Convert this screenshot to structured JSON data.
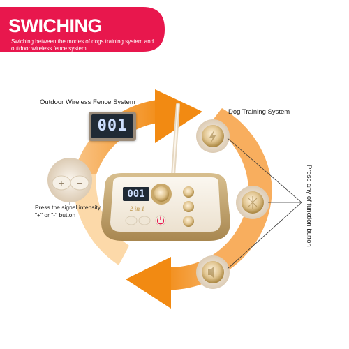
{
  "banner": {
    "title": "SWICHING",
    "subtitle": "Swiching between the modes of dogs training system and outdoor wireless fence system",
    "color": "#e8174d"
  },
  "labels": {
    "fence_system": "Outdoor Wireless Fence System",
    "training_system": "Dog Training System",
    "press_function": "Press any of function button",
    "press_signal_line1": "Press the signal intensity",
    "press_signal_line2": "\"+\" or \"-\" button"
  },
  "displays": {
    "zoom_display": "001",
    "device_display": "001"
  },
  "device": {
    "logo": "2 in 1"
  },
  "colors": {
    "arrow": "#f28a12",
    "arrow_light": "#fbd29a",
    "gold": "#c9a86a",
    "cream": "#f1e6d6"
  },
  "icons": [
    "power-icon",
    "plus-icon",
    "minus-icon",
    "lightning-icon",
    "vibration-icon",
    "speaker-icon"
  ]
}
